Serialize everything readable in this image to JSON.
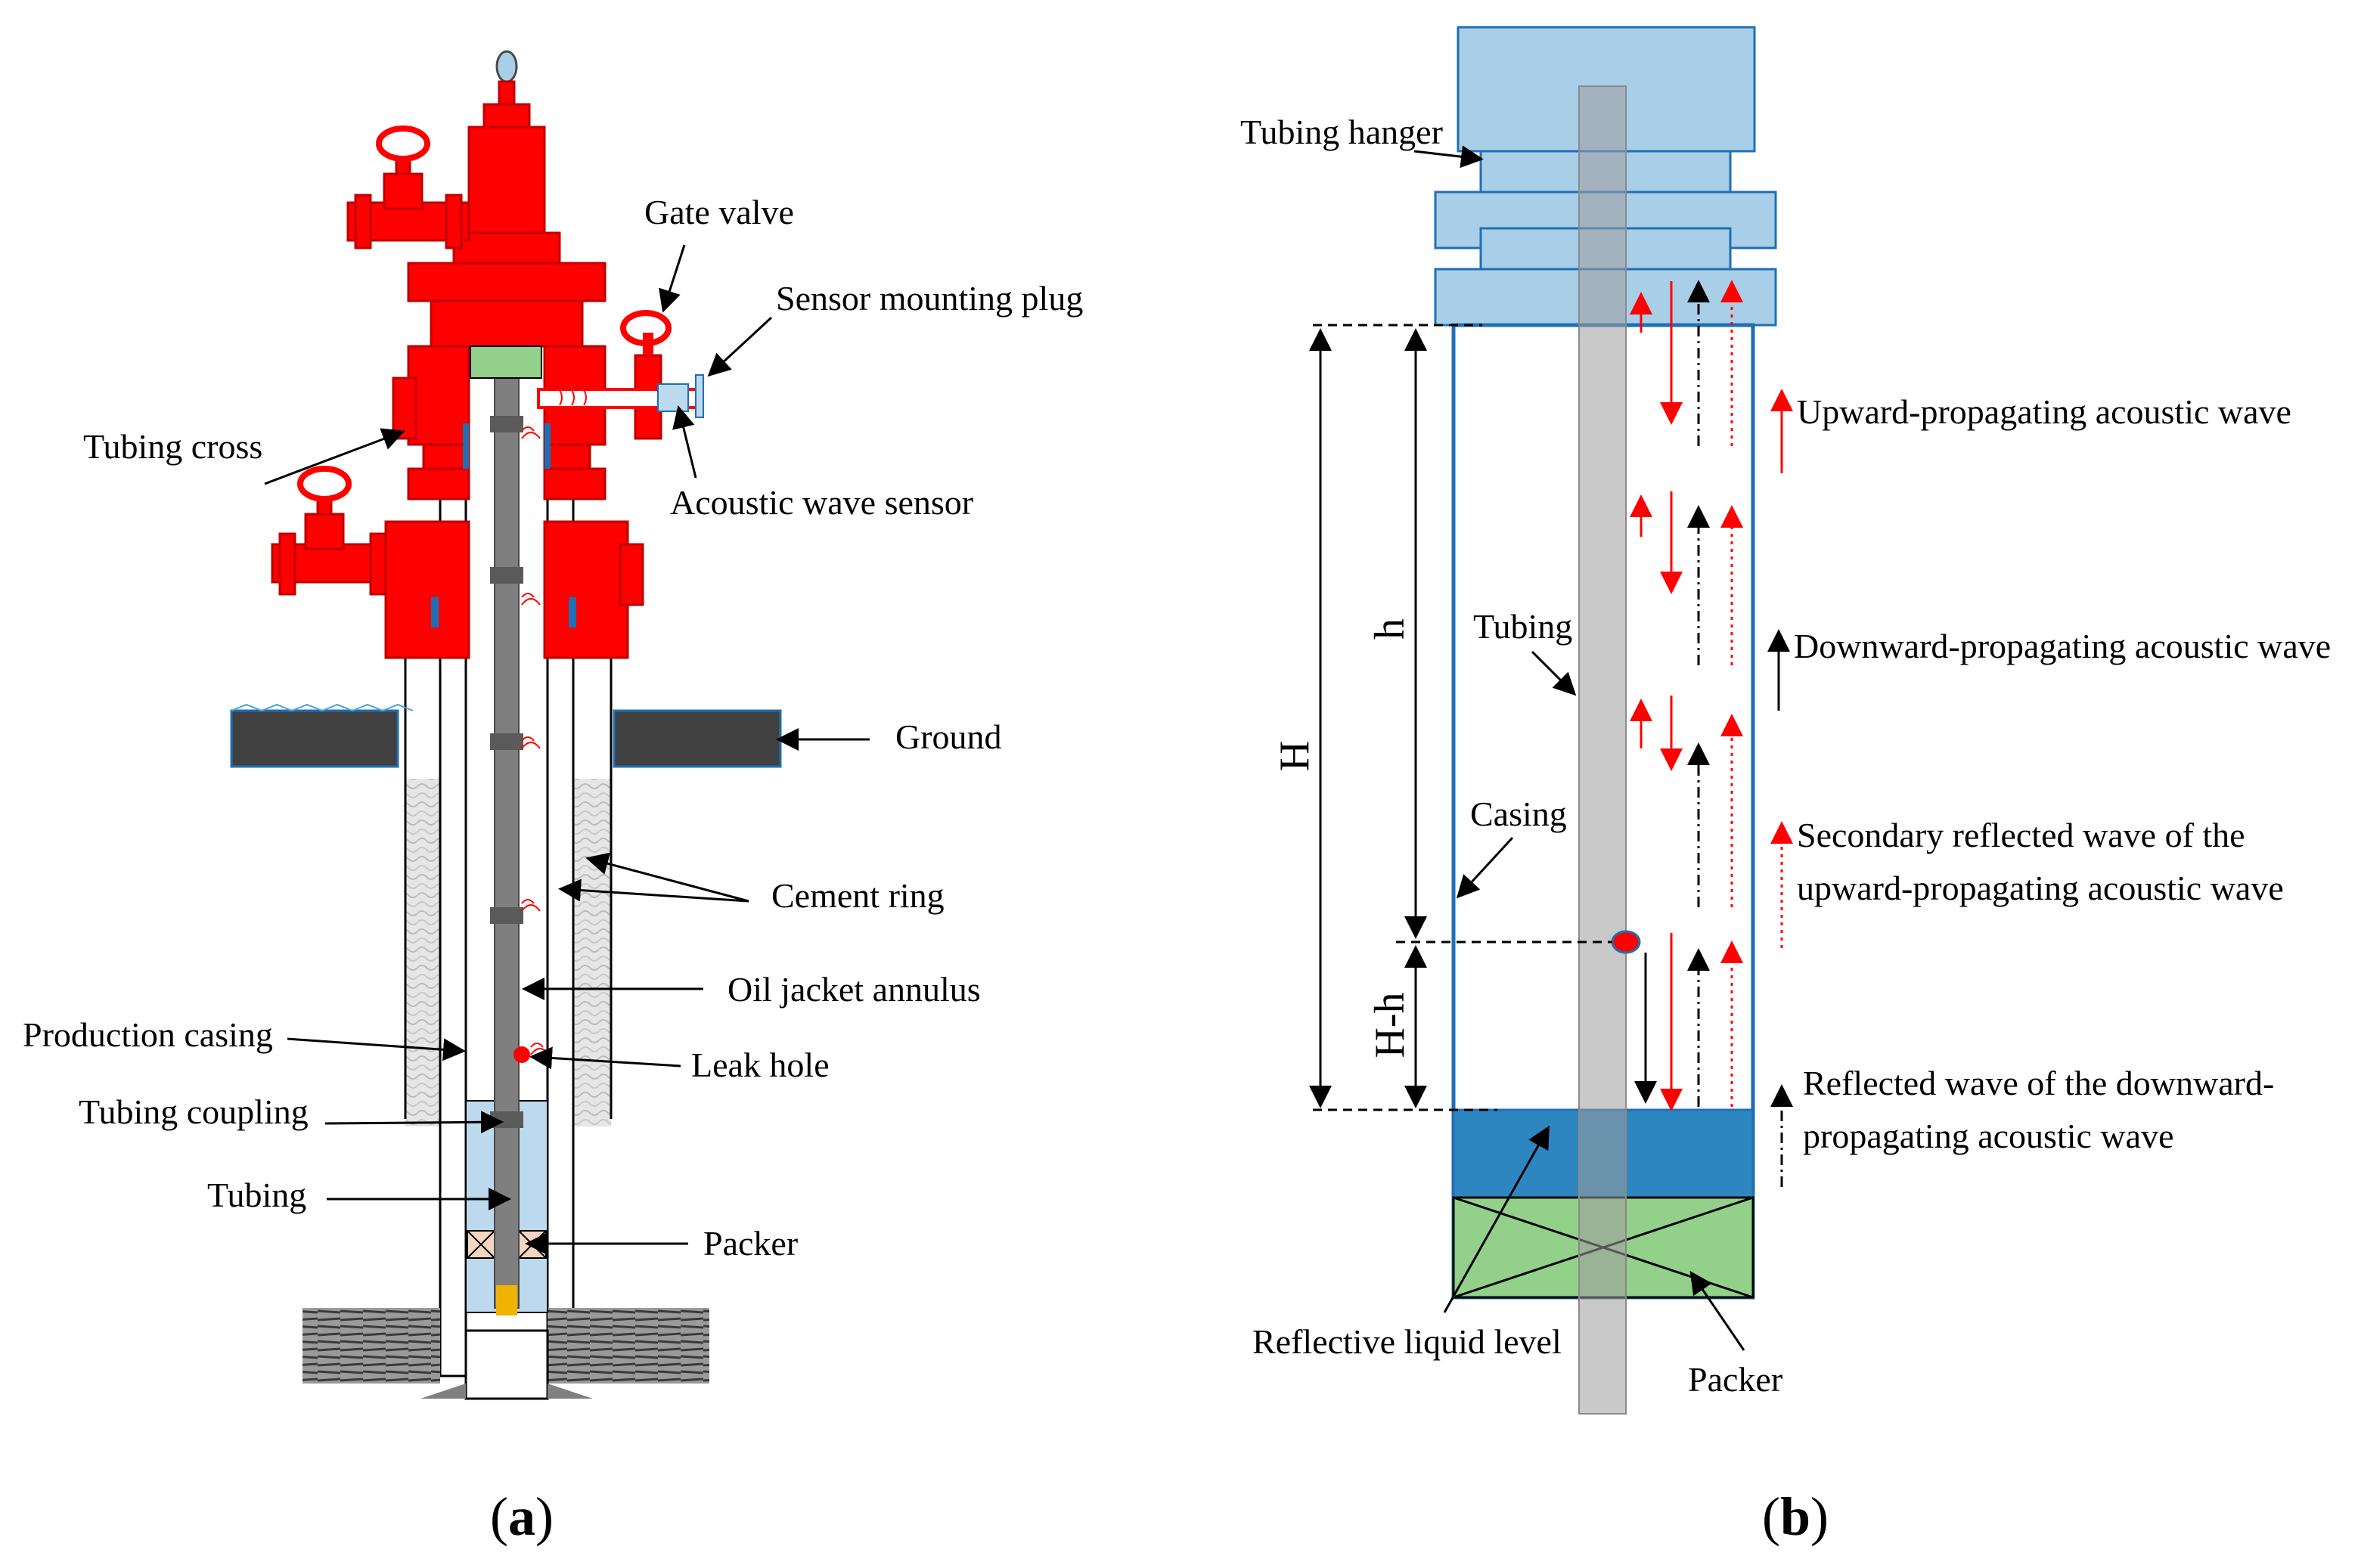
{
  "panel_a": {
    "caption_letter": "a",
    "labels": {
      "gate_valve": "Gate valve",
      "sensor_mounting_plug": "Sensor mounting plug",
      "tubing_cross": "Tubing cross",
      "acoustic_wave_sensor": "Acoustic wave sensor",
      "ground": "Ground",
      "cement_ring": "Cement ring",
      "oil_jacket_annulus": "Oil jacket annulus",
      "production_casing": "Production casing",
      "leak_hole": "Leak hole",
      "tubing_coupling": "Tubing coupling",
      "tubing": "Tubing",
      "packer": "Packer"
    }
  },
  "panel_b": {
    "caption_letter": "b",
    "labels": {
      "tubing_hanger": "Tubing hanger",
      "tubing": "Tubing",
      "casing": "Casing",
      "reflective_liquid_level": "Reflective liquid level",
      "packer": "Packer"
    },
    "dimensions": {
      "H": "H",
      "h": "h",
      "H_minus_h": "H-h"
    },
    "legend": {
      "upward": "Upward-propagating acoustic wave",
      "downward": "Downward-propagating acoustic wave",
      "secondary_line1": "Secondary reflected wave of the",
      "secondary_line2": "upward-propagating acoustic wave",
      "reflected_line1": "Reflected wave of the downward-",
      "reflected_line2": "propagating acoustic wave"
    }
  },
  "colors": {
    "wellhead_red": "#ff0000",
    "tubing_gray": "#808080",
    "casing_blue": "#1f6fb5",
    "liquid_blue": "#2e86c1",
    "packer_green": "#93d08a",
    "ground_dark": "#404040",
    "cement": "#c8a98a"
  }
}
